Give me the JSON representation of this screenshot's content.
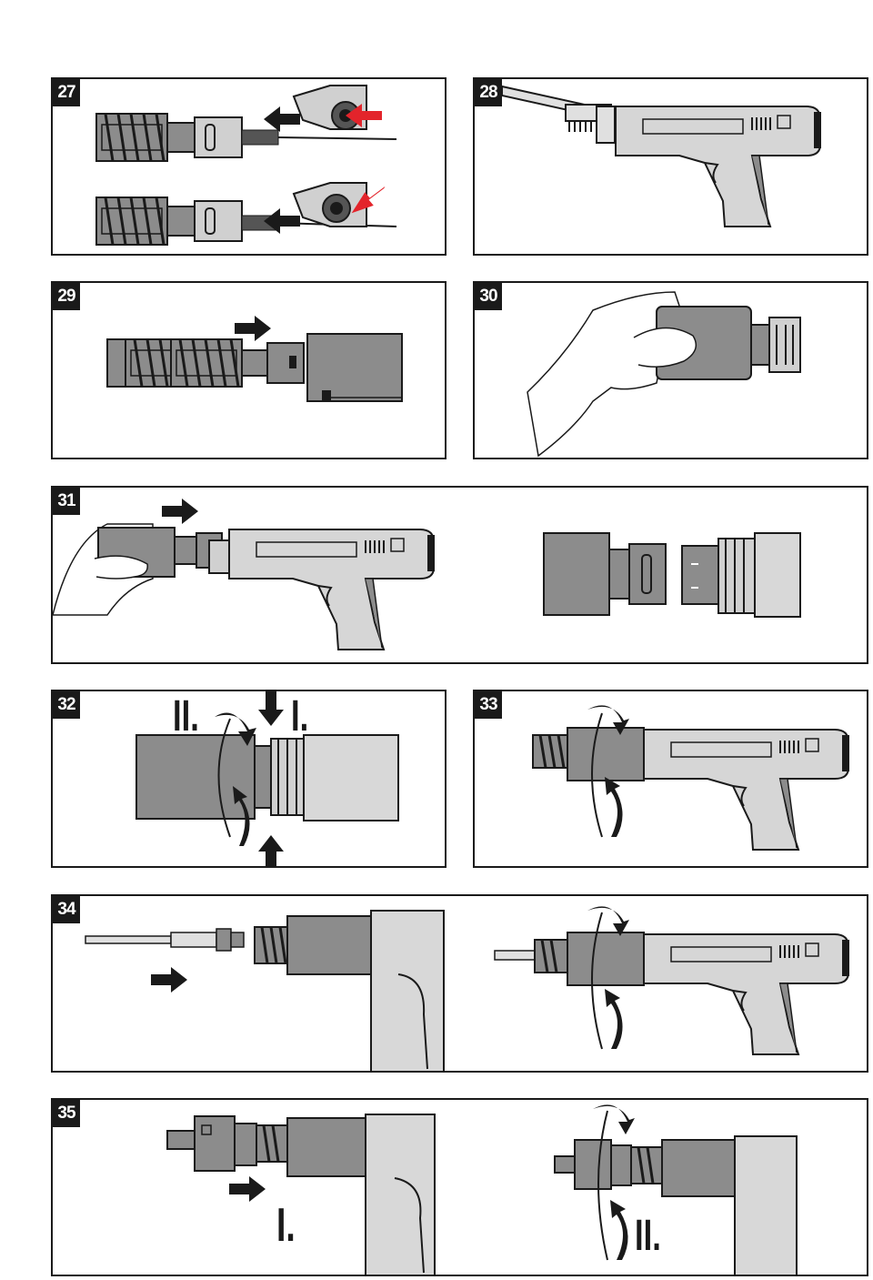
{
  "figures": [
    {
      "number": "27"
    },
    {
      "number": "28"
    },
    {
      "number": "29"
    },
    {
      "number": "30"
    },
    {
      "number": "31"
    },
    {
      "number": "32",
      "steps": [
        "II.",
        "I."
      ]
    },
    {
      "number": "33"
    },
    {
      "number": "34"
    },
    {
      "number": "35",
      "steps": [
        "I.",
        "II."
      ]
    }
  ],
  "colors": {
    "frame": "#1a1a1a",
    "tool_light": "#d4d4d4",
    "tool_dark": "#8c8c8c",
    "accent_arrow": "#e3242b",
    "arrow": "#1a1a1a"
  }
}
